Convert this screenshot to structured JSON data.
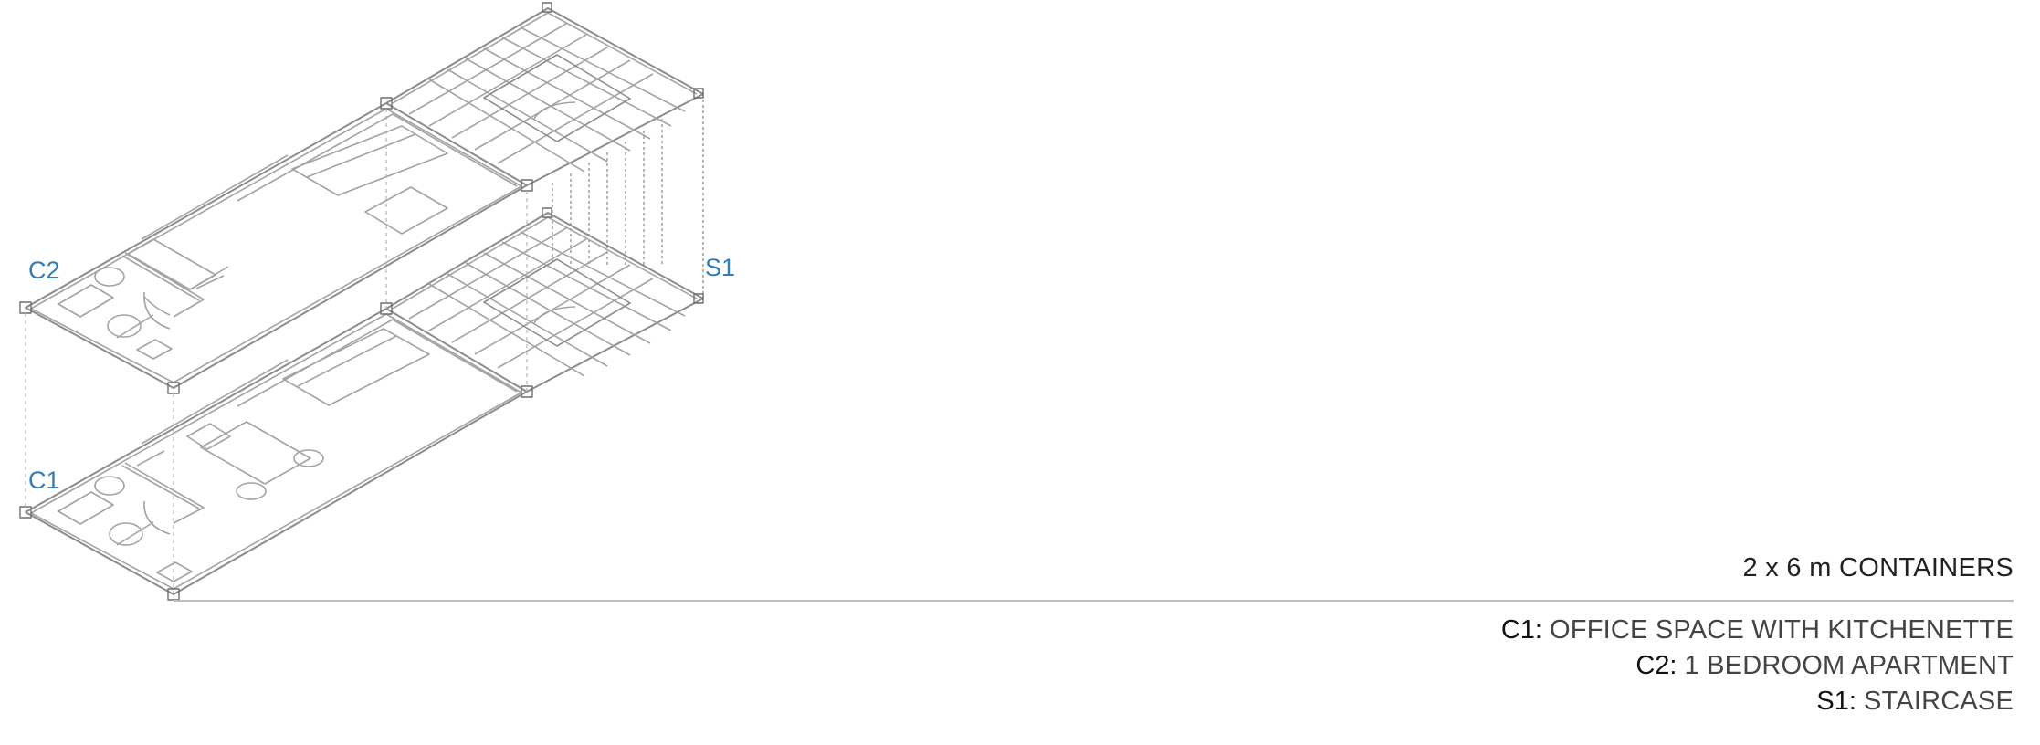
{
  "labels": {
    "c2": "C2",
    "c1": "C1",
    "s1": "S1"
  },
  "legend": {
    "title": "2 x 6 m CONTAINERS",
    "items": [
      {
        "code": "C1:",
        "desc": "OFFICE SPACE WITH KITCHENETTE"
      },
      {
        "code": "C2:",
        "desc": "1 BEDROOM APARTMENT"
      },
      {
        "code": "S1:",
        "desc": "STAIRCASE"
      }
    ]
  },
  "colors": {
    "line": "#9a9a9a",
    "accent": "#2f7dbb",
    "text": "#222222"
  }
}
